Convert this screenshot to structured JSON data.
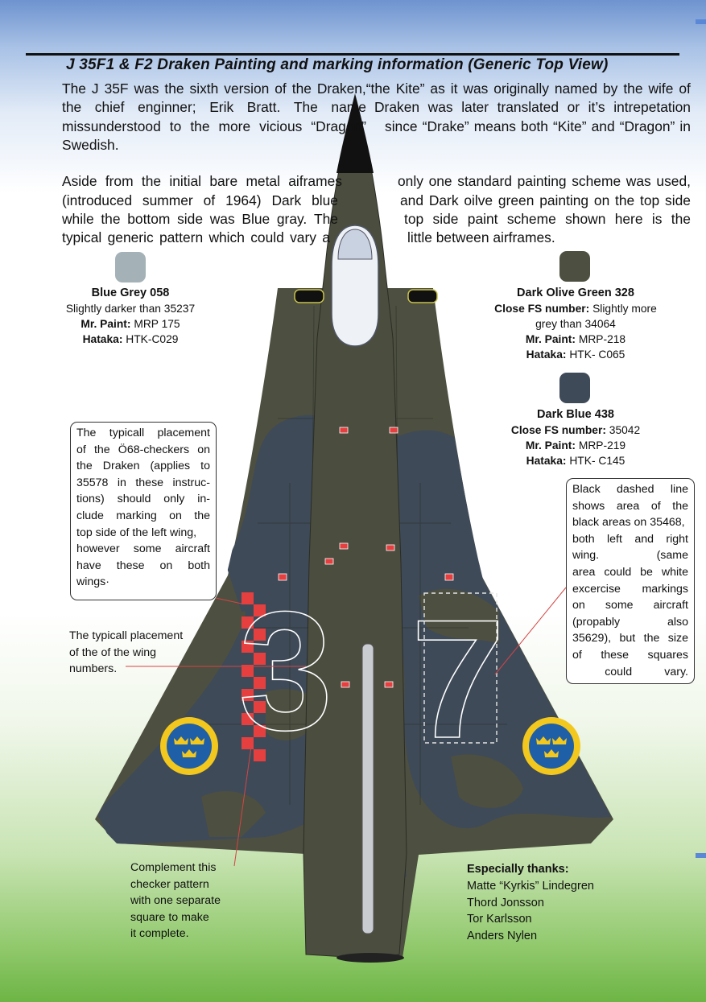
{
  "header": {
    "title": "J 35F1 & F2 Draken Painting and marking information (Generic Top View)"
  },
  "intro": {
    "p1": [
      [
        "The J 35F was the sixth version of the Draken,“the Kite” as it was originally named by the wife of"
      ],
      [
        "the chief enginner; Erik Bratt. The name",
        "Draken was later translated or it’s intrepetation"
      ],
      [
        "missunderstood to the more vicious “Dragon”",
        "since “Drake” means both “Kite” and “Dragon” in"
      ],
      [
        "Swedish."
      ]
    ],
    "p2": [
      [
        "Aside from the initial bare metal aiframes",
        "only one standard painting scheme was used,"
      ],
      [
        "(introduced summer of 1964) Dark blue",
        "and Dark oilve green painting on the top side"
      ],
      [
        "while the bottom side was Blue gray. The",
        "top side paint scheme shown here is the"
      ],
      [
        "typical generic pattern which could vary a",
        "little between airframes."
      ]
    ]
  },
  "colors": {
    "blue_grey": {
      "swatch": "#a4b2b8",
      "name": "Blue Grey 058",
      "line1": "Slightly darker than 35237",
      "mrpaint_label": "Mr. Paint:",
      "mrpaint_value": "MRP 175",
      "hataka_label": "Hataka:",
      "hataka_value": "HTK-C029"
    },
    "olive": {
      "swatch": "#4d4f40",
      "name": "Dark Olive Green 328",
      "fs_label": "Close FS number:",
      "fs_value": "Slightly more",
      "fs_value2": "grey than 34064",
      "mrpaint_label": "Mr. Paint:",
      "mrpaint_value": "MRP-218",
      "hataka_label": "Hataka:",
      "hataka_value": "HTK- C065"
    },
    "dark_blue": {
      "swatch": "#3e4a58",
      "name": "Dark  Blue 438",
      "fs_label": "Close FS number:",
      "fs_value": "35042",
      "mrpaint_label": "Mr. Paint:",
      "mrpaint_value": "MRP-219",
      "hataka_label": "Hataka:",
      "hataka_value": "HTK- C145"
    }
  },
  "callouts": {
    "checkers": [
      [
        "The",
        "typicall",
        "placement"
      ],
      [
        "of",
        "the",
        "Ö68-checkers",
        "on"
      ],
      [
        "the",
        "Draken",
        "(applies",
        "to"
      ],
      [
        "35578",
        "in",
        "these",
        "instruc-"
      ],
      [
        "tions)",
        "should",
        "only",
        "in-"
      ],
      [
        "clude",
        "marking",
        "on",
        "the"
      ],
      [
        "top side of the left wing,"
      ],
      [
        "however",
        "some",
        "aircraft"
      ],
      [
        "have",
        "these",
        "on",
        "both"
      ],
      [
        "wings·"
      ]
    ],
    "dashed": [
      [
        "Black",
        "dashed",
        "line"
      ],
      [
        "shows",
        "area",
        "of",
        "the"
      ],
      [
        "black areas on 35468,"
      ],
      [
        "both",
        "left",
        "and",
        "right"
      ],
      [
        "wing.",
        "(same"
      ],
      [
        "area",
        "could",
        "be",
        "white"
      ],
      [
        "excercise",
        "markings"
      ],
      [
        "on",
        "some",
        "aircraft"
      ],
      [
        "(propably",
        "also"
      ],
      [
        "35629),",
        "but",
        "the",
        "size"
      ],
      [
        "of",
        "these",
        "squares"
      ],
      [
        "",
        "could",
        "vary."
      ]
    ]
  },
  "notes": {
    "wing_numbers": [
      "The typicall placement",
      "of the of the wing",
      "numbers."
    ],
    "complement": [
      "Complement this",
      "checker pattern",
      "with one separate",
      "square to make",
      "it complete."
    ]
  },
  "thanks": {
    "heading": "Especially thanks:",
    "names": [
      "Matte “Kyrkis” Lindegren",
      "Thord Jonsson",
      "Tor Karlsson",
      "Anders Nylen"
    ]
  },
  "aircraft": {
    "wing_number_left": "3",
    "wing_number_right": "7",
    "roundel_ring": "#f2c81e",
    "roundel_field": "#1f5fa8",
    "checker_red": "#e5403f",
    "olive": "#4d4f40",
    "blue": "#3e4a58"
  }
}
